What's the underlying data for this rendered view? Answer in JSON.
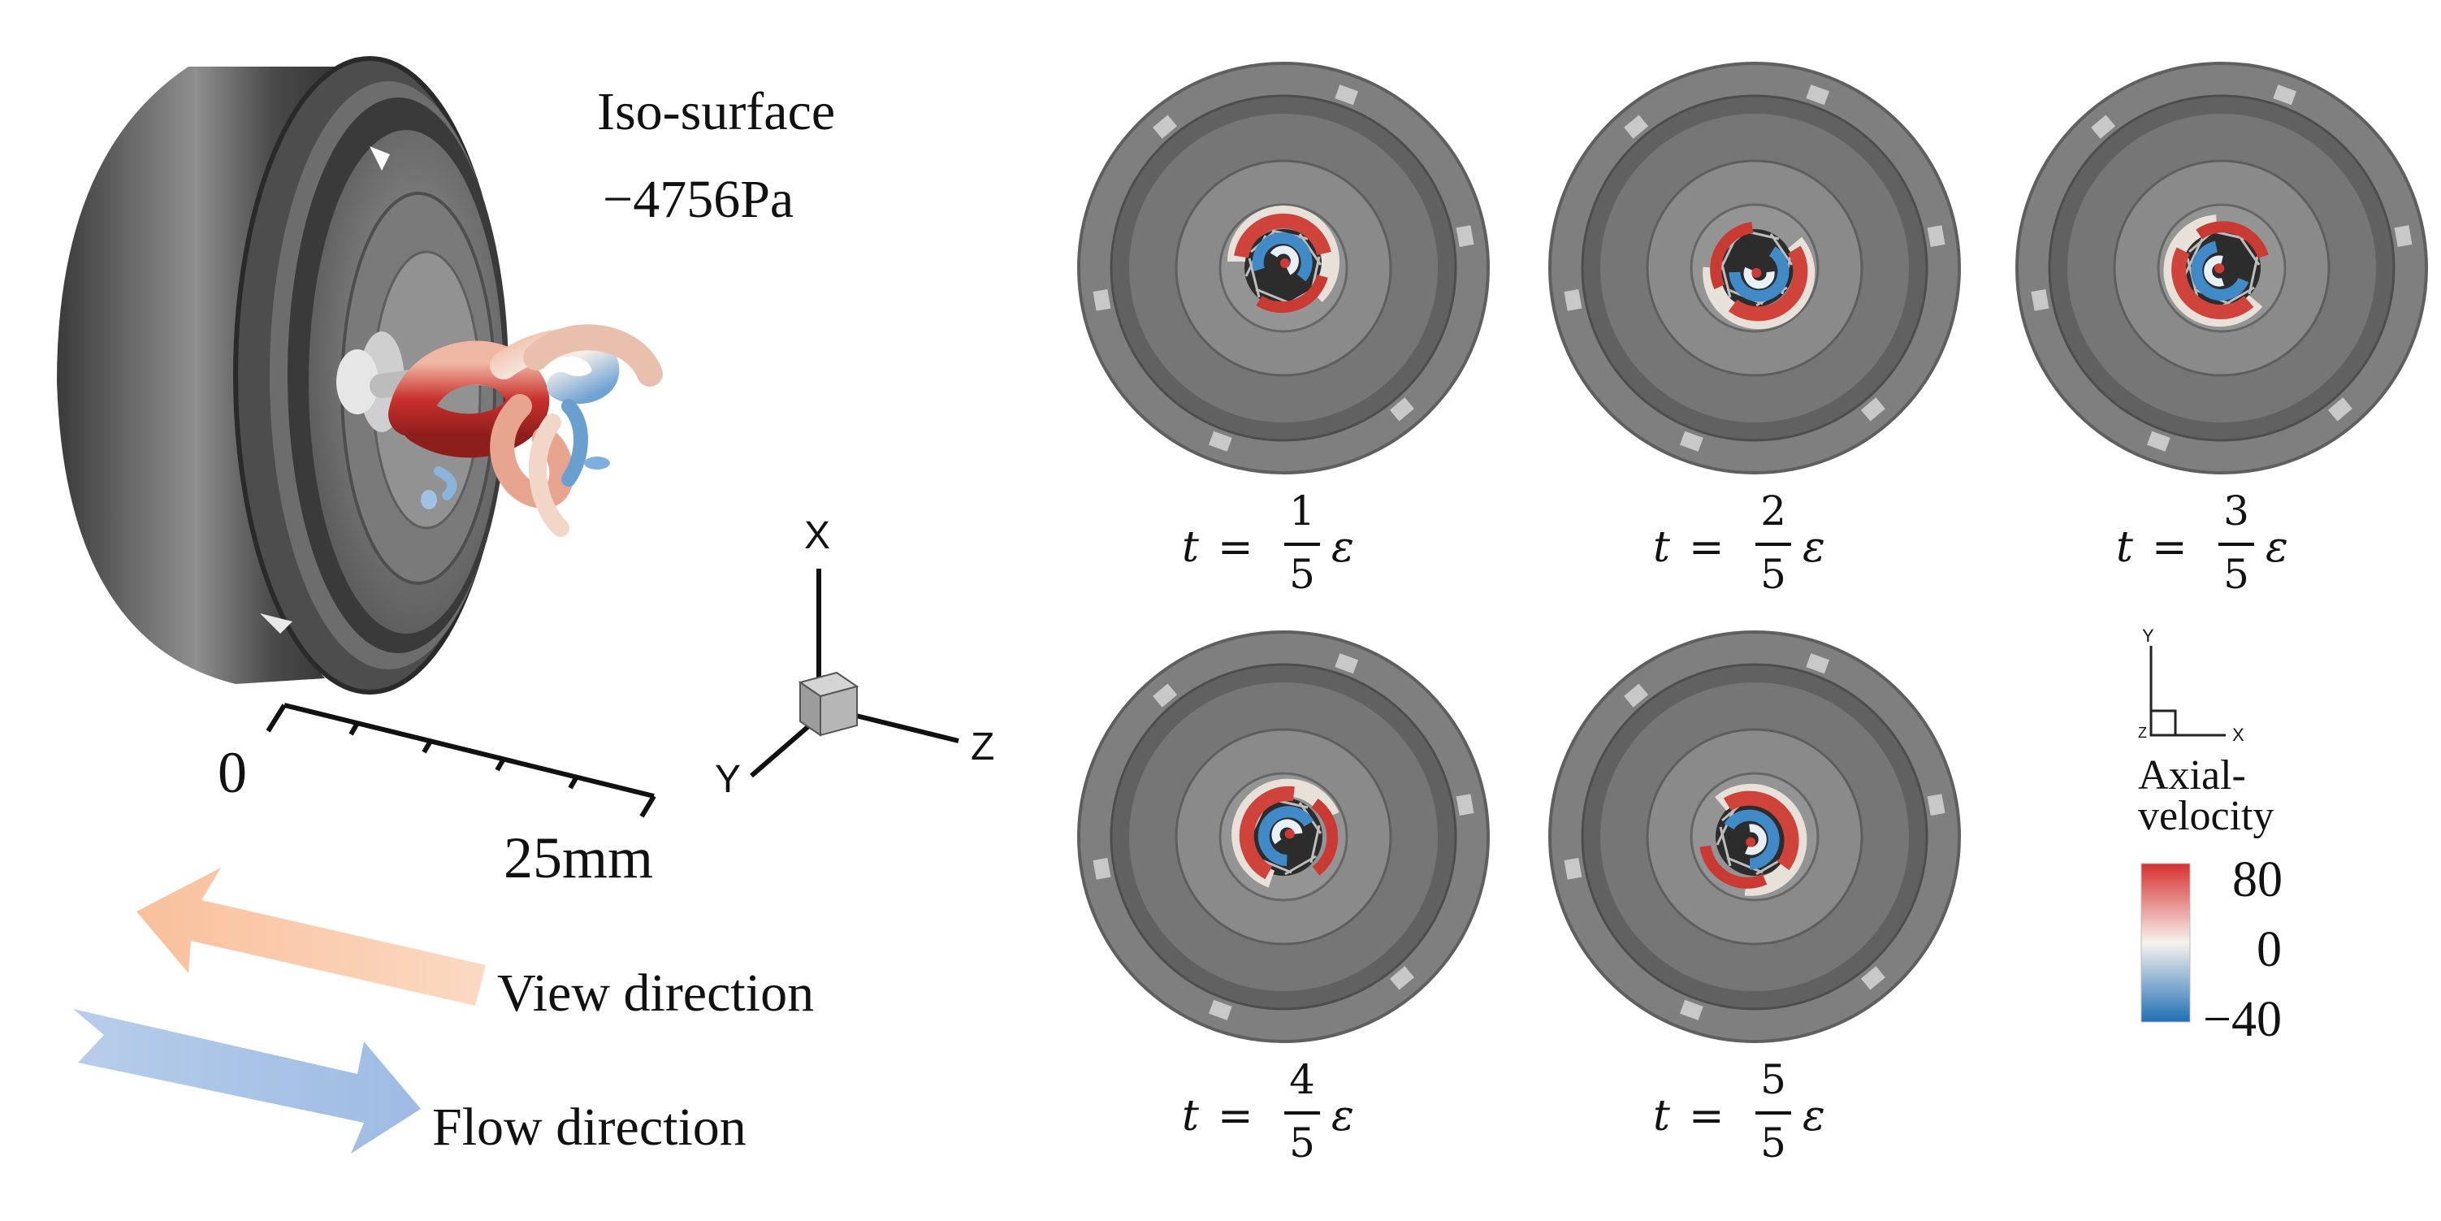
{
  "iso_surface": {
    "line1": "Iso-surface",
    "line2": "−4756Pa"
  },
  "scale_bar": {
    "start": "0",
    "end": "25mm"
  },
  "axes_3d": {
    "x": "X",
    "y": "Y",
    "z": "Z"
  },
  "view_direction": {
    "label": "View direction",
    "color": "#f9c9a6"
  },
  "flow_direction": {
    "label": "Flow direction",
    "color": "#a9c3e6"
  },
  "time_snapshots": [
    {
      "var": "t",
      "eq": "=",
      "num": "1",
      "den": "5",
      "sym": "ε"
    },
    {
      "var": "t",
      "eq": "=",
      "num": "2",
      "den": "5",
      "sym": "ε"
    },
    {
      "var": "t",
      "eq": "=",
      "num": "3",
      "den": "5",
      "sym": "ε"
    },
    {
      "var": "t",
      "eq": "=",
      "num": "4",
      "den": "5",
      "sym": "ε"
    },
    {
      "var": "t",
      "eq": "=",
      "num": "5",
      "den": "5",
      "sym": "ε"
    }
  ],
  "small_axes": {
    "y": "Y",
    "x": "X",
    "z": "Z"
  },
  "legend": {
    "title_line1": "Axial-",
    "title_line2": "velocity",
    "max": "80",
    "mid": "0",
    "min": "−40",
    "colors": {
      "high": "#d62f2f",
      "mid": "#f7f2ee",
      "low": "#1f6fb5"
    }
  }
}
